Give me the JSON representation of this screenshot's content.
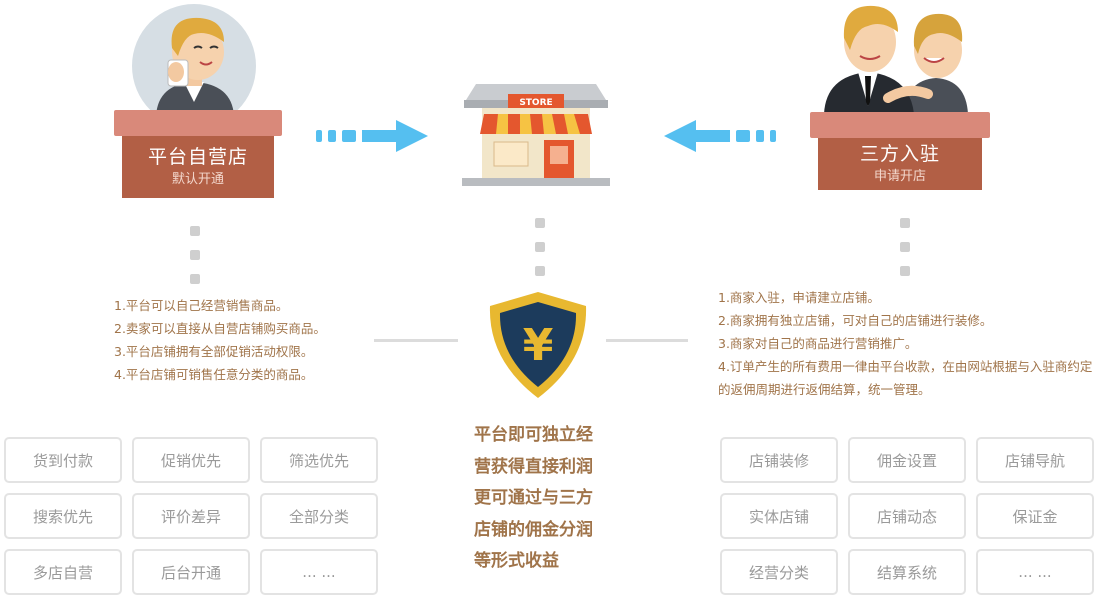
{
  "left": {
    "title": "平台自营店",
    "subtitle": "默认开通",
    "rules": [
      "1.平台可以自己经营销售商品。",
      "2.卖家可以直接从自营店铺购买商品。",
      "3.平台店铺拥有全部促销活动权限。",
      "4.平台店铺可销售任意分类的商品。"
    ],
    "tags": [
      "货到付款",
      "促销优先",
      "筛选优先",
      "搜索优先",
      "评价差异",
      "全部分类",
      "多店自营",
      "后台开通",
      "... ..."
    ]
  },
  "store": {
    "sign": "STORE"
  },
  "right": {
    "title": "三方入驻",
    "subtitle": "申请开店",
    "rules": [
      "1.商家入驻，申请建立店铺。",
      "2.商家拥有独立店铺，可对自己的店铺进行装修。",
      "3.商家对自己的商品进行营销推广。",
      "4.订单产生的所有费用一律由平台收款，在由网站根据与入驻商约定的返佣周期进行返佣结算，统一管理。"
    ],
    "tags": [
      "店铺装修",
      "佣金设置",
      "店铺导航",
      "实体店铺",
      "店铺动态",
      "保证金",
      "经营分类",
      "结算系统",
      "... ..."
    ]
  },
  "center": {
    "shield_symbol": "¥",
    "lines": [
      "平台即可独立经",
      "营获得直接利润",
      "更可通过与三方",
      "店铺的佣金分润",
      "等形式收益"
    ]
  },
  "colors": {
    "counter_body": "#b25f45",
    "counter_top": "#d9897a",
    "arrow": "#55bff0",
    "text_gold": "#a0744a",
    "shield_fill": "#1c3b5c",
    "shield_rim": "#e8b830"
  }
}
